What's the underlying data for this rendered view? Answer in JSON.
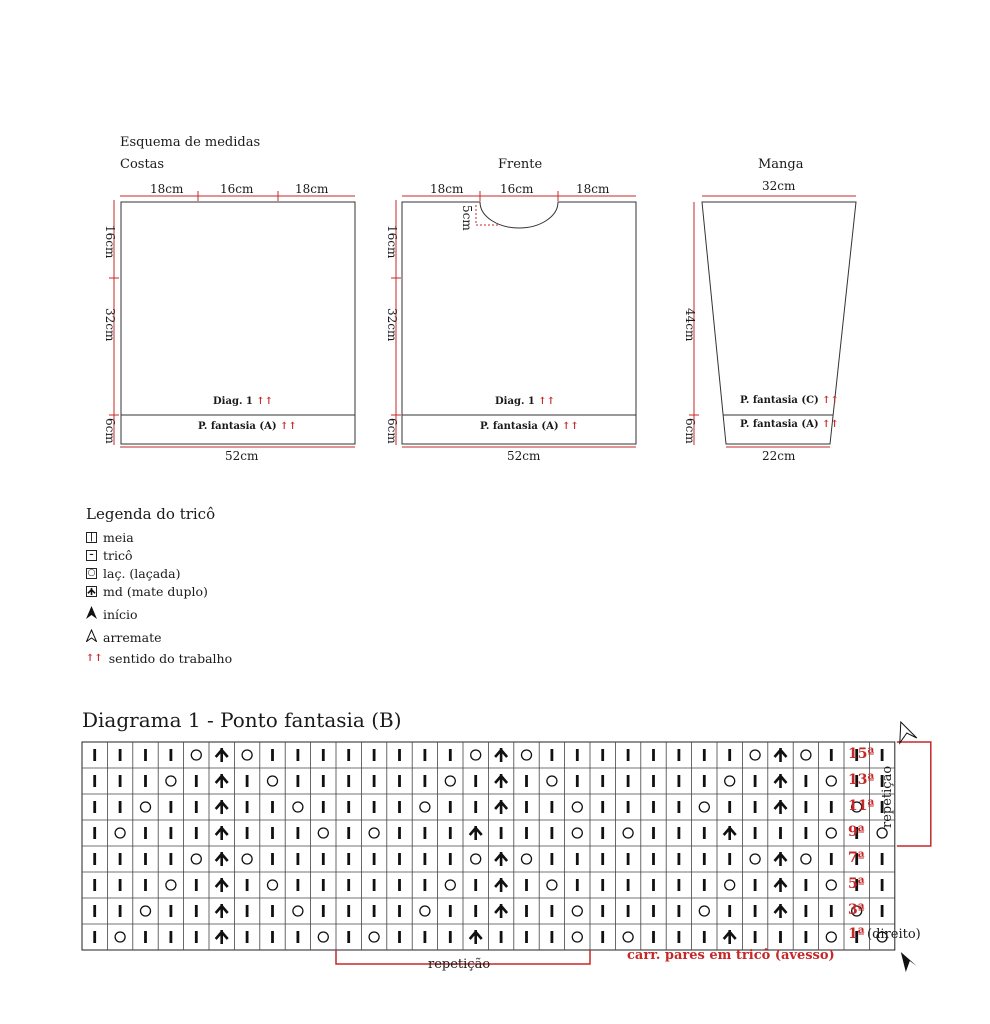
{
  "schematic": {
    "title": "Esquema de medidas",
    "costas": {
      "label": "Costas",
      "top": [
        "18cm",
        "16cm",
        "18cm"
      ],
      "left": [
        "16cm",
        "32cm",
        "6cm"
      ],
      "bottom": "52cm",
      "diag": "Diag. 1",
      "fantasia": "P. fantasia (A)"
    },
    "frente": {
      "label": "Frente",
      "top": [
        "18cm",
        "16cm",
        "18cm"
      ],
      "neck": "5cm",
      "left": [
        "16cm",
        "32cm",
        "6cm"
      ],
      "bottom": "52cm",
      "diag": "Diag. 1",
      "fantasia": "P. fantasia (A)"
    },
    "manga": {
      "label": "Manga",
      "top": "32cm",
      "left": [
        "44cm",
        "6cm"
      ],
      "bottom": "22cm",
      "fantasia_c": "P. fantasia (C)",
      "fantasia_a": "P. fantasia (A)"
    }
  },
  "legend": {
    "title": "Legenda do tricô",
    "items": [
      {
        "symbol": "|",
        "label": "meia"
      },
      {
        "symbol": "–",
        "label": "tricô"
      },
      {
        "symbol": "○",
        "label": "laç. (laçada)"
      },
      {
        "symbol": "ᛏ",
        "label": "md (mate duplo)"
      },
      {
        "symbol": "▲",
        "label": "início"
      },
      {
        "symbol": "△",
        "label": "arremate"
      },
      {
        "symbol": "↑↑",
        "label": "sentido do trabalho"
      }
    ]
  },
  "diagram": {
    "title": "Diagrama 1 - Ponto fantasia (B)",
    "row_labels": [
      "15ª",
      "13ª",
      "11ª",
      "9ª",
      "7ª",
      "5ª",
      "3ª",
      "1ª"
    ],
    "first_row_suffix": "(direito)",
    "repeat_bottom": "repetição",
    "repeat_side": "repetição",
    "note": "carr. pares em tricô (avesso)",
    "rows": [
      "KKKKOAOKKKKKKKKOAOKKKKKKKKOAOKKK",
      "KKKOKAKOKKKKKKOKAKOKKKKKKOKAKOKK",
      "KKOKKAKKOKKKKOKKAKKOKKKKOKKAKKOK",
      "KOKKKAKKKOKOKKKAKKKOKOKKKAKKKOKO",
      "KKKKOAOKKKKKKKKOAOKKKKKKKKOAOKKK",
      "KKKOKAKOKKKKKKOKAKOKKKKKKOKAKOKK",
      "KKOKKAKKOKKKKOKKAKKOKKKKOKKAKKOK",
      "KOKKKAKKKOKOKKKAKKKOKOKKKAKKKOKO"
    ]
  },
  "colors": {
    "accent": "#c62828",
    "line": "#1a1a1a"
  }
}
